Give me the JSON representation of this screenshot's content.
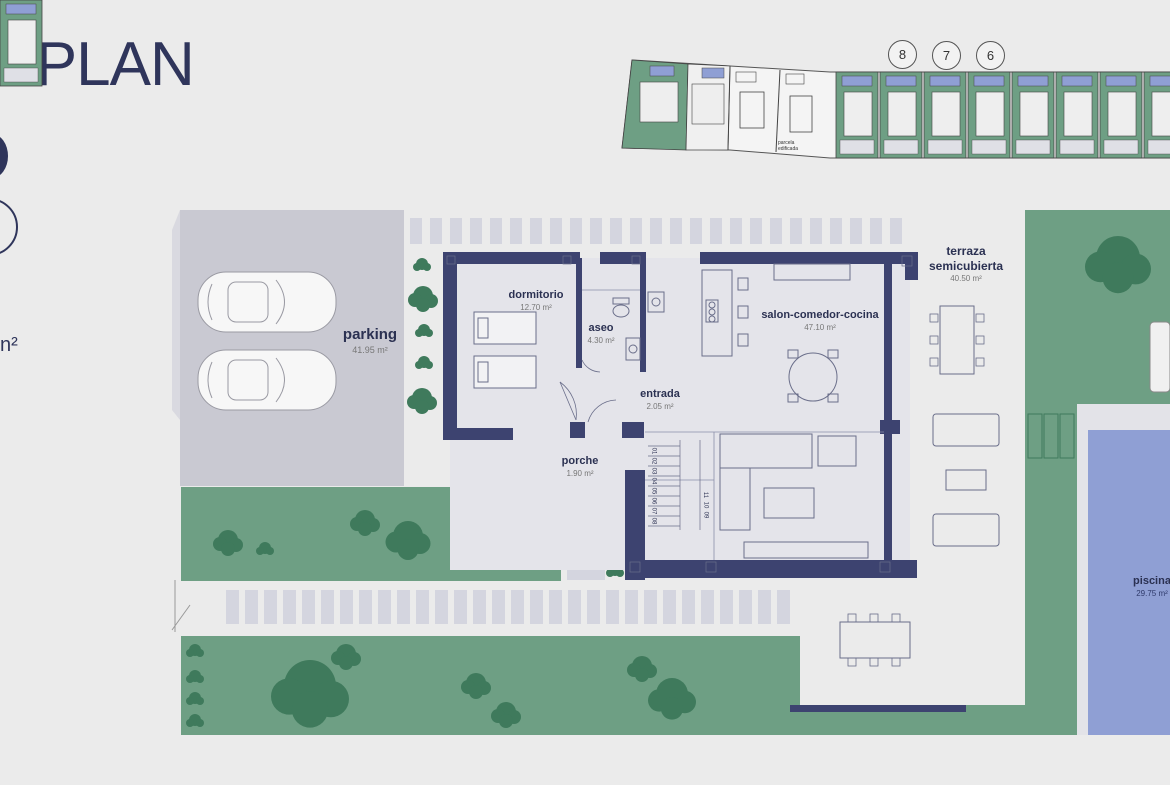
{
  "page": {
    "title_fragment": "RPLAN",
    "unit_fragment": "n²"
  },
  "site_map": {
    "plot_numbers": [
      "8",
      "7",
      "6"
    ],
    "parcel_note": "parcela edificada"
  },
  "rooms": [
    {
      "id": "parking",
      "name": "parking",
      "area": "41.95 m²"
    },
    {
      "id": "dormitorio",
      "name": "dormitorio",
      "area": "12.70 m²"
    },
    {
      "id": "aseo",
      "name": "aseo",
      "area": "4.30 m²"
    },
    {
      "id": "salon",
      "name": "salon-comedor-cocina",
      "area": "47.10 m²"
    },
    {
      "id": "entrada",
      "name": "entrada",
      "area": "2.05 m²"
    },
    {
      "id": "porche",
      "name": "porche",
      "area": "1.90 m²"
    },
    {
      "id": "terraza1",
      "name": "terraza",
      "area": ""
    },
    {
      "id": "terraza2",
      "name": "semicubierta",
      "area": "40.50 m²"
    },
    {
      "id": "piscina",
      "name": "piscina",
      "area": "29.75 m²"
    }
  ],
  "stairs": {
    "steps_left": [
      "01",
      "02",
      "03",
      "04",
      "05",
      "06",
      "07",
      "08"
    ],
    "steps_right": [
      "11",
      "10",
      "09"
    ]
  },
  "colors": {
    "background": "#ebebeb",
    "wall": "#3d4370",
    "lawn": "#6e9f84",
    "tree": "#3f7a5c",
    "paving": "#d2d3de",
    "pool": "#8f9fd4",
    "interior": "#e4e4ea",
    "parking_floor": "#c9c9d2"
  }
}
